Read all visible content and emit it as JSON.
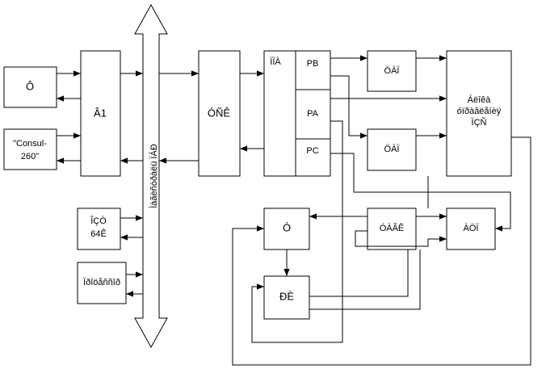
{
  "colors": {
    "line": "#000000",
    "background": "#ffffff"
  },
  "bus": {
    "label": "Ìàãèñòðàëü ÏÁÐ"
  },
  "blocks": {
    "f_device": "Ô",
    "consul_1": "\"Consul-",
    "consul_2": "260\"",
    "v1": "Â1",
    "ozu_1": "ÎÇÓ",
    "ozu_2": "64Ê",
    "processor": "Ïðîöåññîð",
    "osk": "ÓÑÊ",
    "ppa": "ÏÏÀ",
    "pb": "PB",
    "pa": "PA",
    "pc": "PC",
    "cap_top": "ÖÀÏ",
    "cap_mid": "ÖÀÏ",
    "block_device_1": "Áëîêà",
    "block_device_2": "óïðàâëåíèÿ",
    "block_device_3": "ÏÇÑ",
    "u": "Ó",
    "cabk": "ÓÀÂÊ",
    "aci": "ÀÖÏ",
    "dk": "ÐÈ"
  }
}
